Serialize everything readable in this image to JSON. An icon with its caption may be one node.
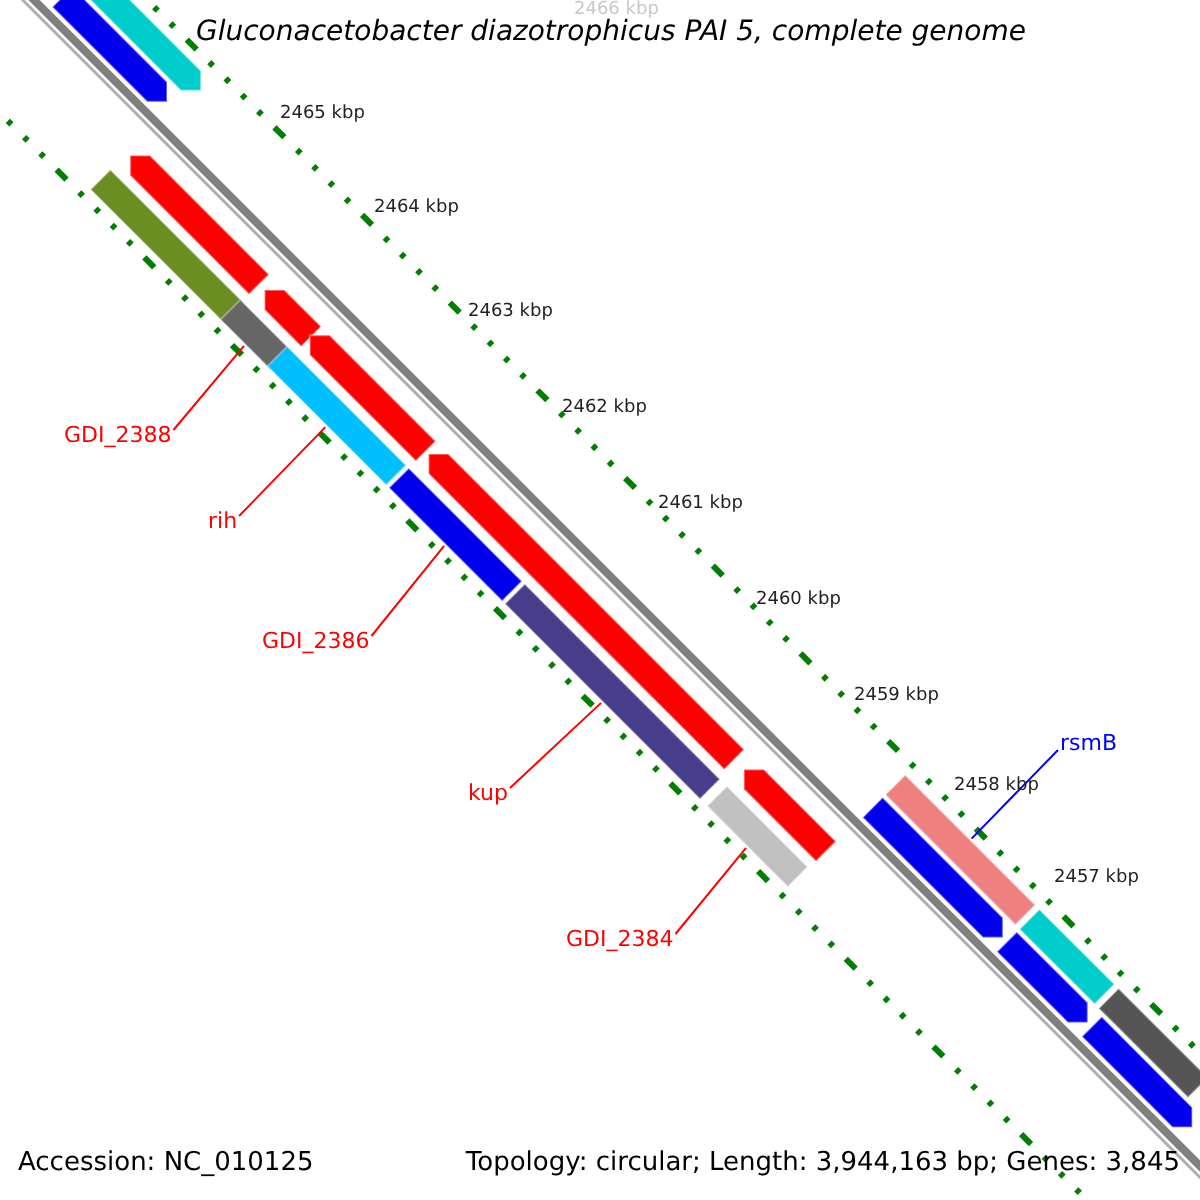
{
  "diagram": {
    "title": "Gluconacetobacter diazotrophicus PAI 5, complete genome",
    "nodes": [
      {
        "text": [
          "GDI_2388"
        ]
      },
      {
        "text": [
          "rih"
        ]
      },
      {
        "text": [
          "GDI_2386"
        ]
      },
      {
        "text": [
          "kup"
        ]
      },
      {
        "text": [
          "GDI_2384"
        ]
      },
      {
        "text": [
          "rsmB"
        ]
      },
      {
        "text": [],
        "shape": "arrow"
      },
      {
        "text": [],
        "shape": "arrow"
      },
      {
        "text": [],
        "shape": "arrow"
      },
      {
        "text": [],
        "shape": "bar"
      },
      {
        "text": [],
        "shape": "arrow"
      },
      {
        "text": [],
        "shape": "bar"
      },
      {
        "text": [],
        "shape": "arrow"
      },
      {
        "text": [],
        "shape": "bar"
      },
      {
        "text": [],
        "shape": "arrow"
      },
      {
        "text": [],
        "shape": "bar"
      },
      {
        "text": [],
        "shape": "bar"
      },
      {
        "text": [],
        "shape": "arrow"
      },
      {
        "text": [],
        "shape": "bar"
      },
      {
        "text": [],
        "shape": "bar"
      },
      {
        "text": [],
        "shape": "arrow"
      },
      {
        "text": [],
        "shape": "bar"
      },
      {
        "text": [],
        "shape": "arrow"
      },
      {
        "text": [],
        "shape": "bar"
      },
      {
        "text": [],
        "shape": "arrow"
      }
    ],
    "edges": [
      {
        "from": 0,
        "to": 11,
        "arrow": "none"
      },
      {
        "from": 1,
        "to": 13,
        "arrow": "none"
      },
      {
        "from": 2,
        "to": 15,
        "arrow": "none"
      },
      {
        "from": 3,
        "to": 16,
        "arrow": "none"
      },
      {
        "from": 4,
        "to": 18,
        "arrow": "none"
      },
      {
        "from": 5,
        "to": 19,
        "arrow": "none",
        "color": "#0000ff"
      }
    ],
    "labels": [
      "2466 kbp",
      "2465 kbp",
      "2464 kbp",
      "2463 kbp",
      "2462 kbp",
      "2461 kbp",
      "2460 kbp",
      "2459 kbp",
      "2458 kbp",
      "2457 kbp",
      "Accession: NC_010125",
      "Topology: circular; Length: 3,944,163 bp; Genes: 3,845"
    ]
  }
}
